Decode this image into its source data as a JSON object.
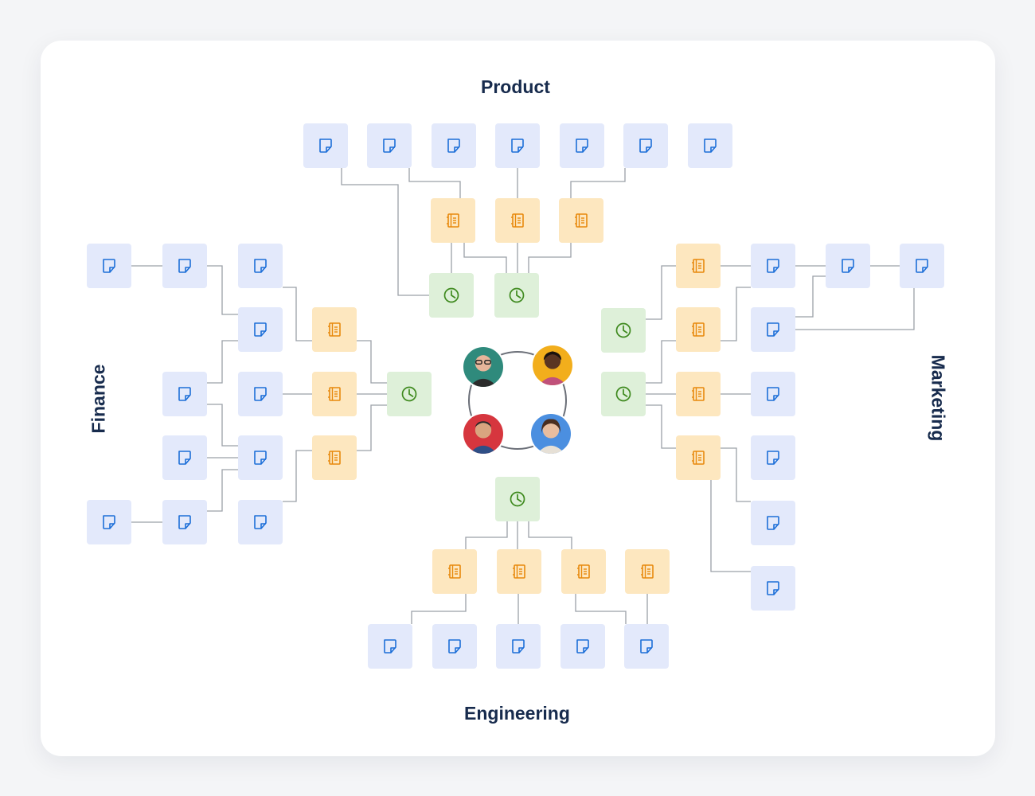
{
  "labels": {
    "product": "Product",
    "finance": "Finance",
    "marketing": "Marketing",
    "engineering": "Engineering"
  },
  "colors": {
    "page_bg": "#e3e9fb",
    "page_icon": "#1d6fd8",
    "space_bg": "#fde7bf",
    "space_icon": "#e8890c",
    "report_bg": "#def0d9",
    "report_icon": "#3f8a1f",
    "connector": "#9ba0a8",
    "title": "#172b4d"
  },
  "icons": {
    "page": "page-icon",
    "space": "notebook-icon",
    "report": "pie-chart-icon"
  },
  "avatars": [
    {
      "name": "avatar-man-glasses",
      "bg": "#2f8a7c"
    },
    {
      "name": "avatar-woman-dark",
      "bg": "#f2ae1c"
    },
    {
      "name": "avatar-man-red",
      "bg": "#d6363e"
    },
    {
      "name": "avatar-woman-blue",
      "bg": "#4b8fe0"
    }
  ]
}
